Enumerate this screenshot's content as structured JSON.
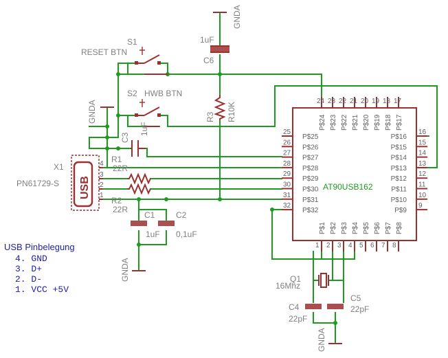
{
  "colors": {
    "wire": "#1e9a1e",
    "part": "#9a3030",
    "label": "#808080",
    "note": "#2020a8",
    "background": "#ffffff"
  },
  "ic": {
    "name": "AT90USB162",
    "top_pins": [
      {
        "num": "24",
        "name": "P$24"
      },
      {
        "num": "23",
        "name": "P$23"
      },
      {
        "num": "22",
        "name": "P$22"
      },
      {
        "num": "21",
        "name": "P$21"
      },
      {
        "num": "20",
        "name": "P$20"
      },
      {
        "num": "19",
        "name": "P$19"
      },
      {
        "num": "18",
        "name": "P$18"
      },
      {
        "num": "17",
        "name": "P$17"
      }
    ],
    "left_pins": [
      {
        "num": "25",
        "name": "P$25"
      },
      {
        "num": "26",
        "name": "P$26"
      },
      {
        "num": "27",
        "name": "P$27"
      },
      {
        "num": "28",
        "name": "P$28"
      },
      {
        "num": "29",
        "name": "P$29"
      },
      {
        "num": "30",
        "name": "P$30"
      },
      {
        "num": "31",
        "name": "P$31"
      },
      {
        "num": "32",
        "name": "P$32"
      }
    ],
    "right_pins": [
      {
        "num": "16",
        "name": "P$16"
      },
      {
        "num": "15",
        "name": "P$15"
      },
      {
        "num": "14",
        "name": "P$14"
      },
      {
        "num": "13",
        "name": "P$13"
      },
      {
        "num": "12",
        "name": "P$12"
      },
      {
        "num": "11",
        "name": "P$11"
      },
      {
        "num": "10",
        "name": "P$10"
      },
      {
        "num": "9",
        "name": "P$9"
      }
    ],
    "bottom_pins": [
      {
        "num": "1",
        "name": "P$1"
      },
      {
        "num": "2",
        "name": "P$2"
      },
      {
        "num": "3",
        "name": "P$3"
      },
      {
        "num": "4",
        "name": "P$4"
      },
      {
        "num": "5",
        "name": "P$5"
      },
      {
        "num": "6",
        "name": "P$6"
      },
      {
        "num": "7",
        "name": "P$7"
      },
      {
        "num": "8",
        "name": "P$8"
      }
    ]
  },
  "parts": {
    "s1_name": "S1",
    "s1_value": "RESET BTN",
    "s2_name": "S2",
    "s2_value": "HWB BTN",
    "c6_value": "1uF",
    "c6_name": "C6",
    "r3_name": "R3",
    "r3_value": "R10K",
    "c3_name": "C3",
    "c3_value": "1uF",
    "r1_name": "R1",
    "r1_value": "22R",
    "r2_name": "R2",
    "r2_value": "22R",
    "c1_name": "C1",
    "c1_value": "1uF",
    "c2_name": "C2",
    "c2_value": "0,1uF",
    "x1_name": "X1",
    "x1_value": "PN61729-S",
    "usb_text": "USB",
    "x1_pins": [
      "4",
      "3",
      "2",
      "1"
    ],
    "q1_name": "Q1",
    "q1_value": "16Mhz",
    "c4_name": "C4",
    "c4_value": "22pF",
    "c5_name": "C5",
    "c5_value": "22pF",
    "gnda": "GNDA"
  },
  "notes": {
    "title": "USB Pinbelegung",
    "lines": [
      "4.  GND",
      "3.  D+",
      "2.  D-",
      "1.  VCC +5V"
    ]
  }
}
